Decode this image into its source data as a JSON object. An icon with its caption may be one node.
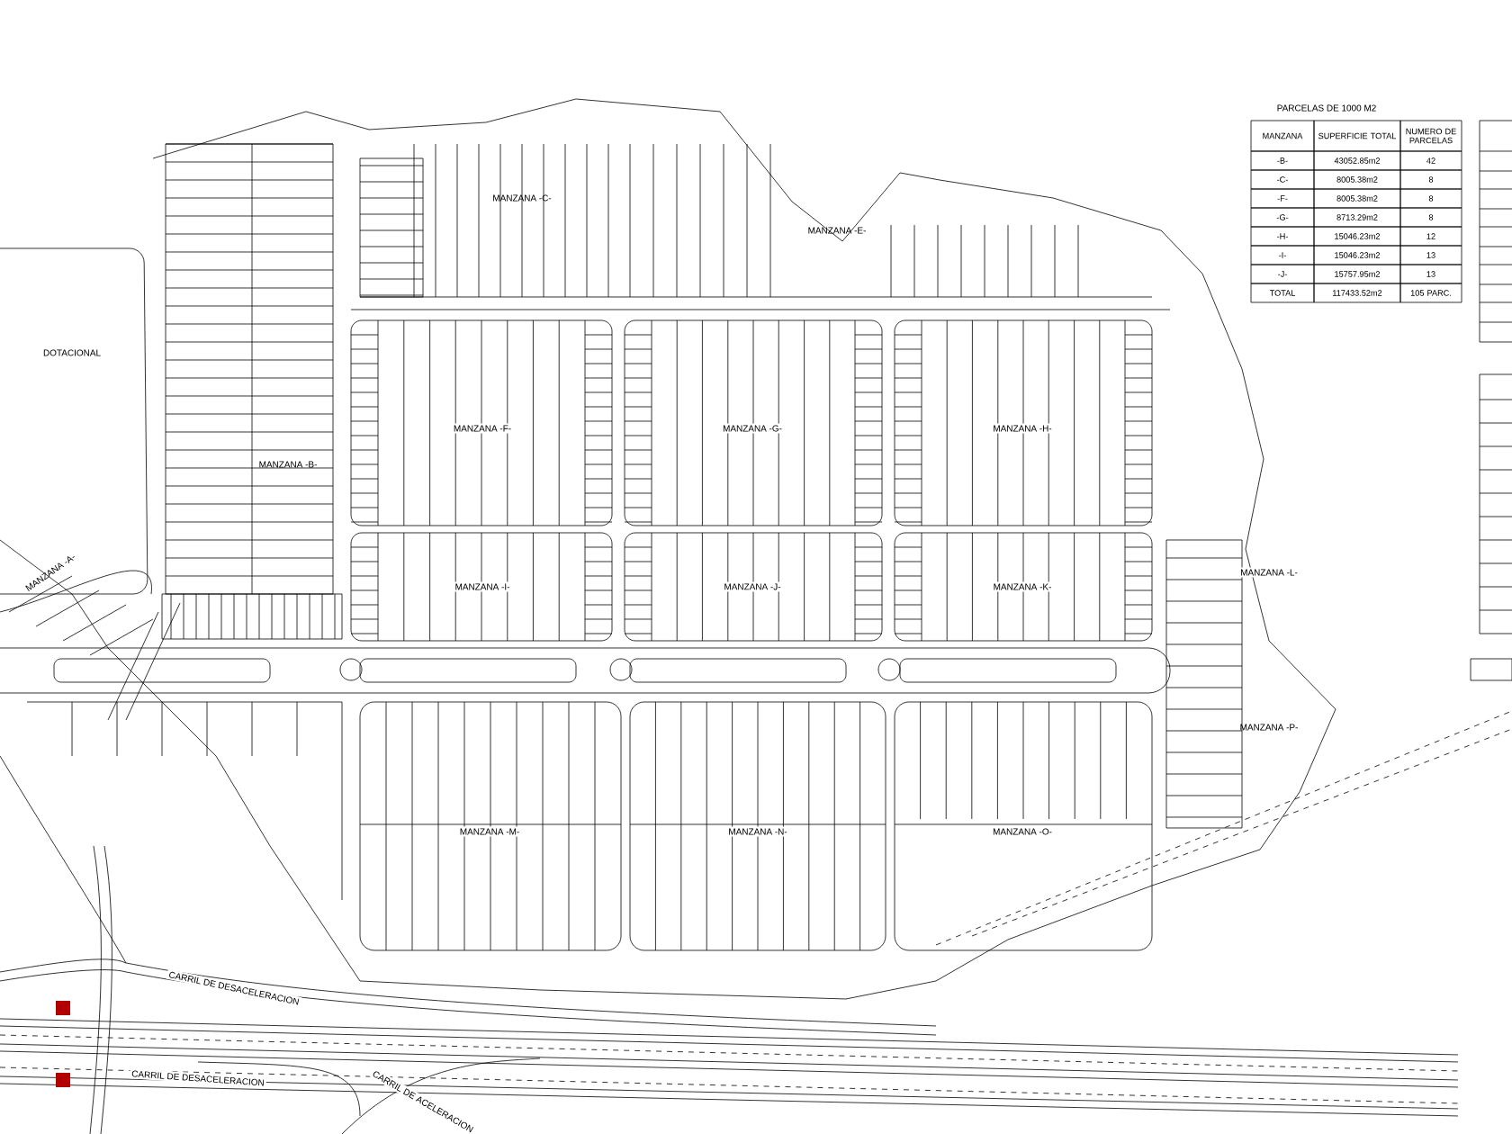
{
  "diagram": {
    "labels": [
      "PARCELAS DE 1000 M2",
      "MANZANA",
      "SUPERFICIE TOTAL",
      "NUMERO DE PARCELAS",
      "-B-",
      "43052.85m2",
      "42",
      "-C-",
      "8005.38m2",
      "8",
      "-F-",
      "8005.38m2",
      "8",
      "-G-",
      "8713.29m2",
      "8",
      "-H-",
      "15046.23m2",
      "12",
      "-I-",
      "15046.23m2",
      "13",
      "-J-",
      "15757.95m2",
      "13",
      "TOTAL",
      "117433.52m2",
      "105 PARC.",
      "DOTACIONAL",
      "MANZANA -A-",
      "MANZANA -B-",
      "MANZANA -C-",
      "MANZANA -E-",
      "MANZANA -F-",
      "MANZANA -G-",
      "MANZANA -H-",
      "MANZANA -I-",
      "MANZANA -J-",
      "MANZANA -K-",
      "MANZANA -L-",
      "MANZANA -M-",
      "MANZANA -N-",
      "MANZANA -O-",
      "MANZANA -P-",
      "CARRIL DE DESACELERACION",
      "CARRIL DE DESACELERACION",
      "CARRIL DE ACELERACION"
    ]
  }
}
